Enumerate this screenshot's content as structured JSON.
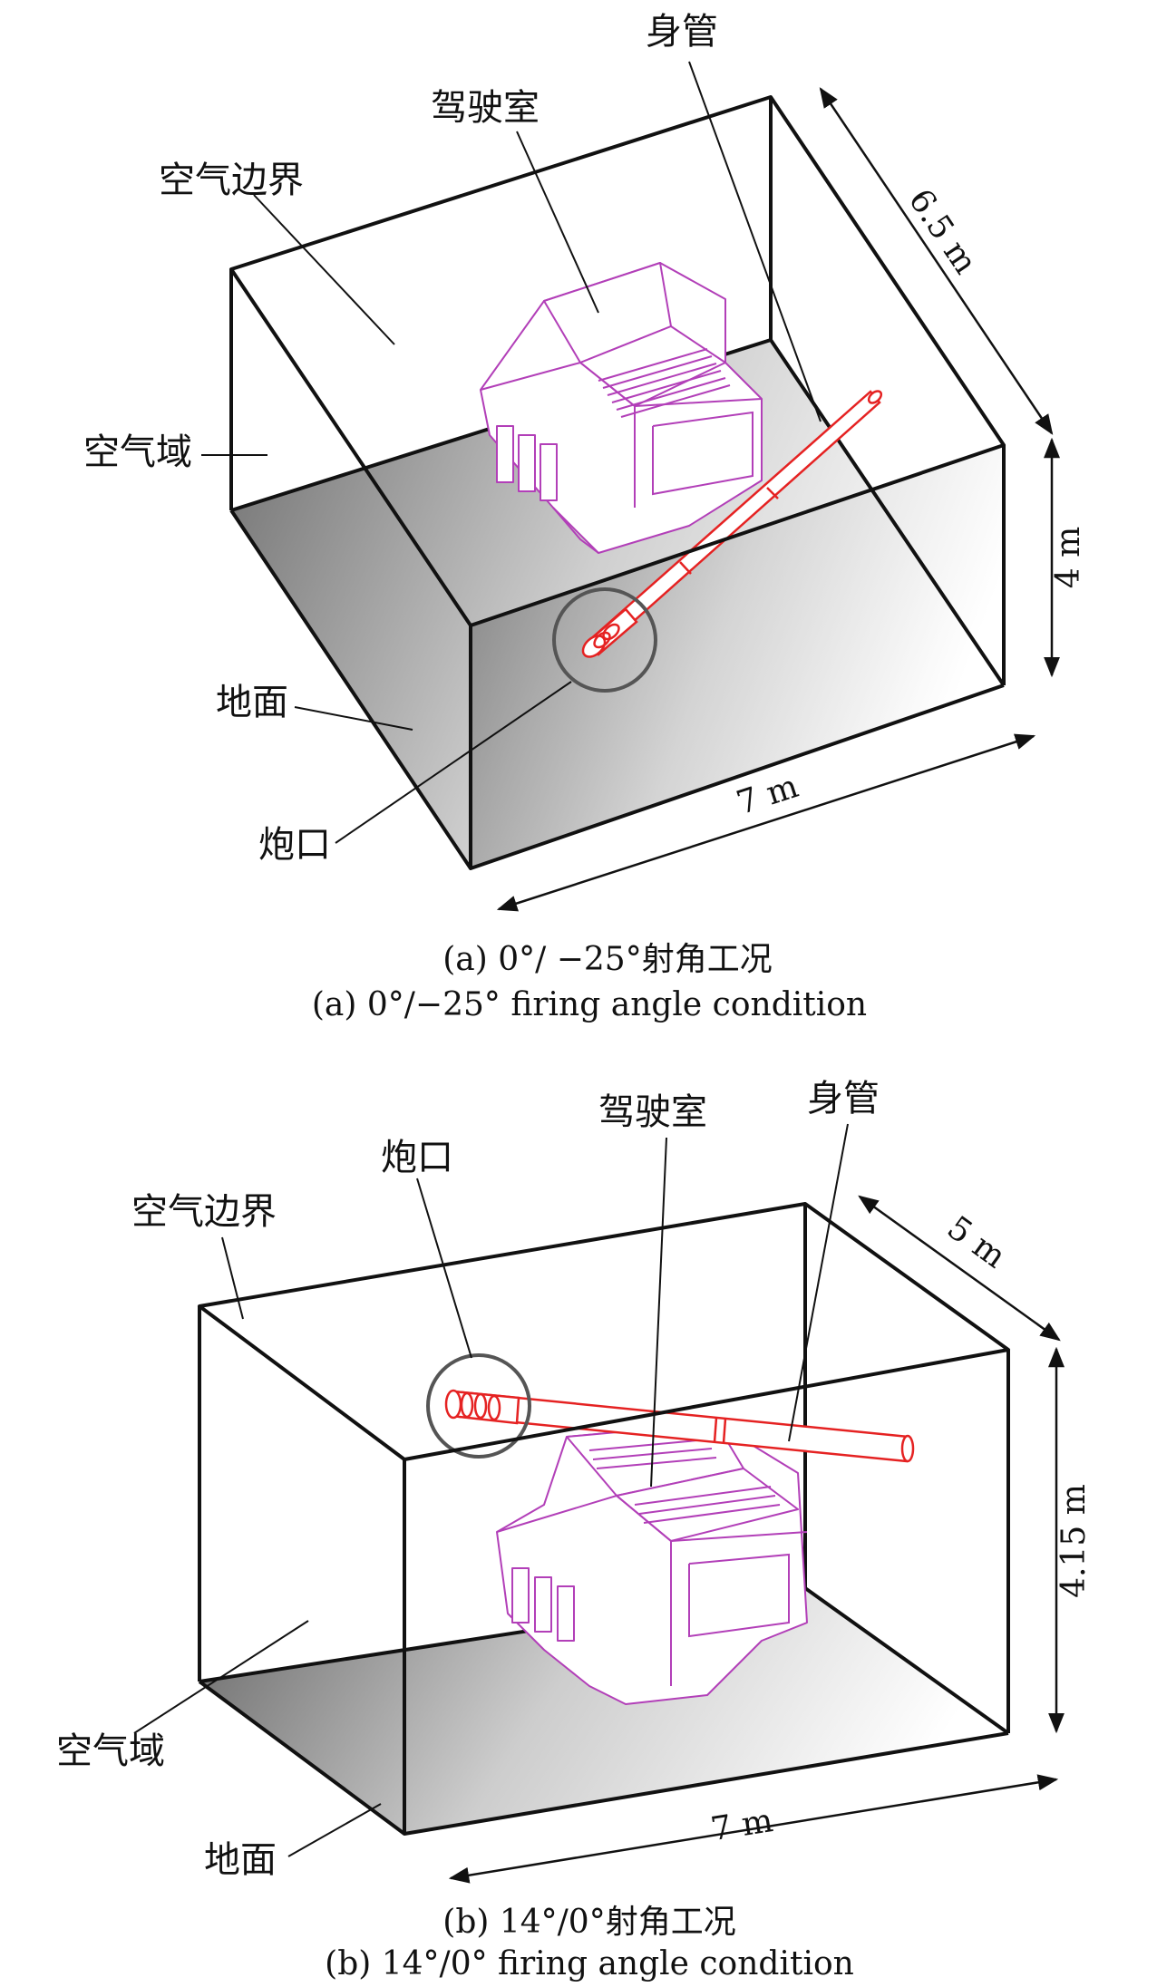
{
  "panel_a": {
    "labels": {
      "barrel": "身管",
      "cab": "驾驶室",
      "air_boundary": "空气边界",
      "air_domain": "空气域",
      "ground": "地面",
      "muzzle": "炮口"
    },
    "dims": {
      "depth": "6.5 m",
      "height": "4 m",
      "width": "7 m"
    },
    "caption_cn": "(a) 0°/ −25°射角工况",
    "caption_en": "(a) 0°/−25° firing angle condition"
  },
  "panel_b": {
    "labels": {
      "cab": "驾驶室",
      "barrel": "身管",
      "muzzle": "炮口",
      "air_boundary": "空气边界",
      "air_domain": "空气域",
      "ground": "地面"
    },
    "dims": {
      "depth": "5 m",
      "height": "4.15 m",
      "width": "7 m"
    },
    "caption_cn": "(b) 14°/0°射角工况",
    "caption_en": "(b) 14°/0° firing angle condition"
  },
  "colors": {
    "cab": "#b23fb8",
    "barrel": "#e52222",
    "edges": "#111111"
  }
}
